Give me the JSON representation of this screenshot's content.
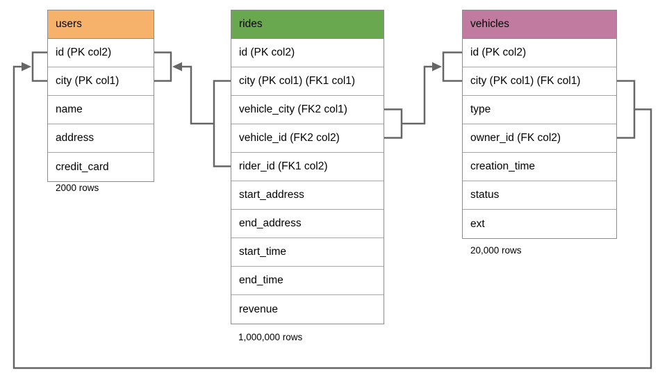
{
  "diagram": {
    "connector_color": "#666666",
    "tables": {
      "users": {
        "title": "users",
        "header_color": "#F6B26B",
        "rows": [
          "id (PK col2)",
          "city (PK col1)",
          "name",
          "address",
          "credit_card"
        ],
        "caption": "2000 rows"
      },
      "rides": {
        "title": "rides",
        "header_color": "#6AA84F",
        "rows": [
          "id (PK col2)",
          "city (PK col1) (FK1 col1)",
          "vehicle_city (FK2 col1)",
          "vehicle_id (FK2 col2)",
          "rider_id (FK1 col2)",
          "start_address",
          "end_address",
          "start_time",
          "end_time",
          "revenue"
        ],
        "caption": "1,000,000 rows"
      },
      "vehicles": {
        "title": "vehicles",
        "header_color": "#C27BA0",
        "rows": [
          "id (PK col2)",
          "city (PK col1) (FK col1)",
          "type",
          "owner_id (FK col2)",
          "creation_time",
          "status",
          "ext"
        ],
        "caption": "20,000 rows"
      }
    }
  }
}
